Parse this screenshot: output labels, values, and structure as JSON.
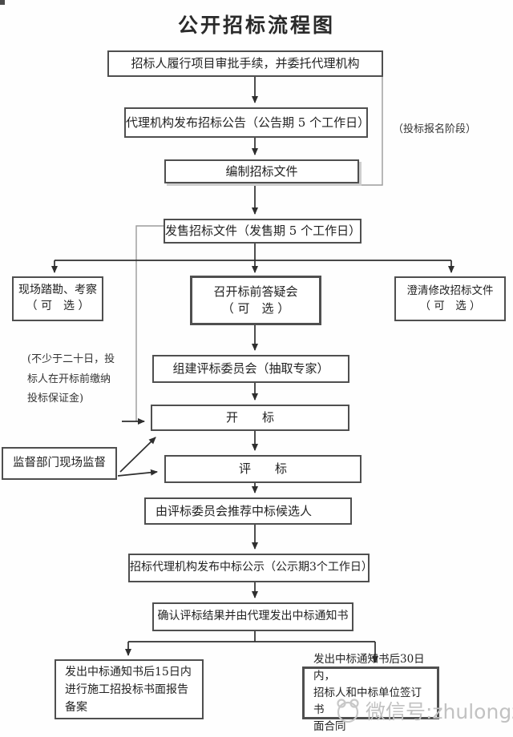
{
  "page": {
    "title": "公开招标流程图"
  },
  "colors": {
    "box_border": "#4f4f4f",
    "arrow_line": "#2e2e2e",
    "thin_line": "#9b9b9b",
    "watermark_text": "#c2c2c2"
  },
  "nodes": {
    "approval": {
      "label": "招标人履行项目审批手续，并委托代理机构"
    },
    "announce": {
      "label": "代理机构发布招标公告（公告期 5 个工作日）"
    },
    "compile": {
      "label": "编制招标文件"
    },
    "sell": {
      "label": "发售招标文件（发售期 5 个工作日）"
    },
    "site_survey": {
      "lines": [
        "现场踏勘、考察",
        "（ 可　选 ）"
      ]
    },
    "qa_meeting": {
      "lines": [
        "召开标前答疑会",
        "（ 可　选 ）"
      ]
    },
    "clarify": {
      "lines": [
        "澄清修改招标文件",
        "（ 可　选 ）"
      ]
    },
    "committee": {
      "label": "组建评标委员会（抽取专家）"
    },
    "bid_opening": {
      "label": "开　　标"
    },
    "bid_evaluation": {
      "label": "评　　标"
    },
    "supervision": {
      "label": "监督部门现场监督"
    },
    "recommend": {
      "label": "由评标委员会推荐中标候选人"
    },
    "publicity": {
      "label": "招标代理机构发布中标公示（公示期3个工作日）"
    },
    "confirm": {
      "label": "确认评标结果并由代理发出中标通知书"
    },
    "filing": {
      "lines": [
        "发出中标通知书后15日内",
        "进行施工招投标书面报告",
        "备案"
      ]
    },
    "contract": {
      "lines": [
        "发出中标通知书后30日内，",
        "招标人和中标单位签订书",
        "面合同"
      ]
    }
  },
  "annotations": {
    "stage_note": "（投标报名阶段）",
    "deposit_note": {
      "lines": [
        "(不少于二十日，投",
        "标人在开标前缴纳",
        "投标保证金)"
      ]
    }
  },
  "watermark": {
    "label": "微信号:zhulongzj",
    "icon": "mascot-icon"
  }
}
